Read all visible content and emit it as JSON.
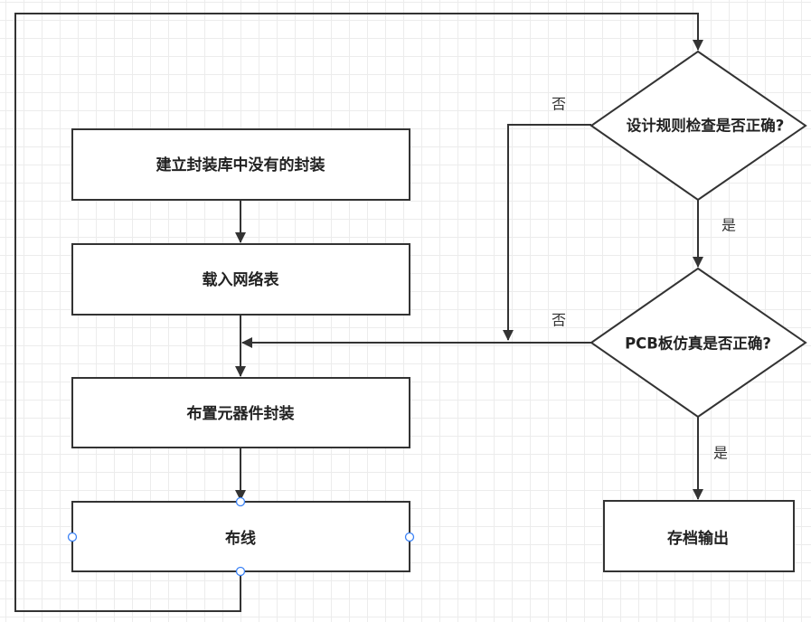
{
  "nodes": {
    "create_footprints": "建立封装库中没有的封装",
    "load_netlist": "载入网络表",
    "place_components": "布置元器件封装",
    "routing": "布线",
    "drc_check": "设计规则检查是否正确?",
    "pcb_simulation": "PCB板仿真是否正确?",
    "save_output": "存档输出"
  },
  "edge_labels": {
    "drc_no": "否",
    "drc_yes": "是",
    "sim_no": "否",
    "sim_yes": "是"
  },
  "colors": {
    "stroke": "#333333",
    "grid": "#ececec",
    "selection_handle": "#3b82f6"
  }
}
